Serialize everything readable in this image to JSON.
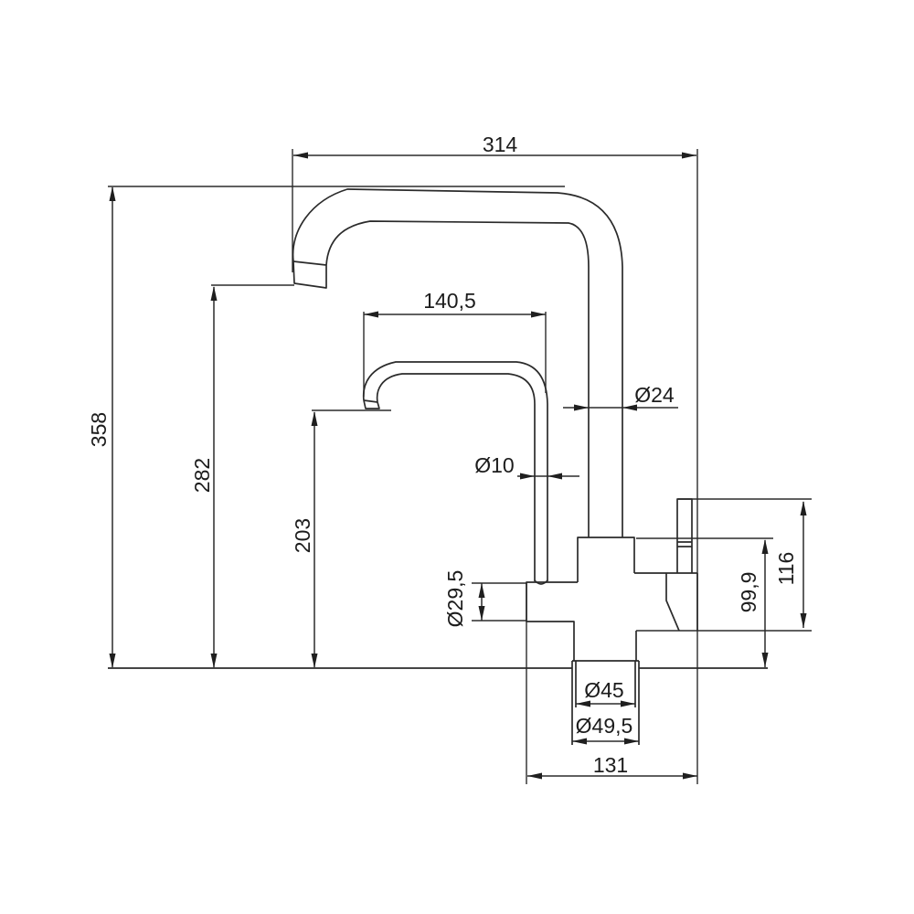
{
  "colors": {
    "background": "#ffffff",
    "line": "#2b2b2b",
    "text": "#1c1c1c"
  },
  "dimension_labels": {
    "overall_width": "314",
    "overall_height": "358",
    "main_spout_outlet_height": "282",
    "secondary_spout_outlet_height": "203",
    "secondary_spout_reach": "140,5",
    "main_pipe_diameter": "Ø24",
    "secondary_pipe_diameter": "Ø10",
    "side_port_diameter": "Ø29,5",
    "body_height": "99,9",
    "handle_height": "116",
    "base_inner_diameter": "Ø45",
    "base_outer_diameter": "Ø49,5",
    "base_width": "131"
  }
}
